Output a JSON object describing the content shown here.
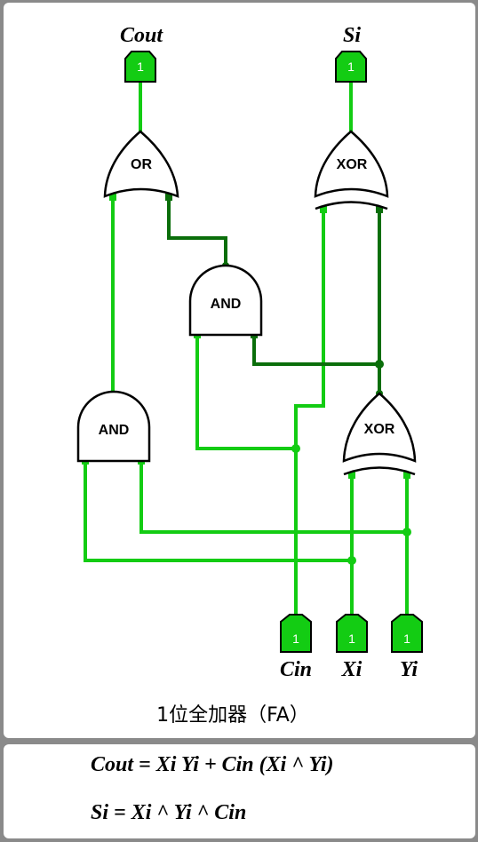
{
  "outputs": {
    "cout": "Cout",
    "si": "Si"
  },
  "inputs": {
    "cin": "Cin",
    "xi": "Xi",
    "yi": "Yi"
  },
  "pin_value": "1",
  "gates": {
    "or": "OR",
    "xor": "XOR",
    "and": "AND"
  },
  "caption": "1位全加器（FA）",
  "formulas": {
    "cout": "Cout = Xi Yi + Cin (Xi ^ Yi)",
    "si": "Si = Xi ^ Yi ^ Cin"
  },
  "colors": {
    "wire_bright": "#13cc13",
    "wire_dark": "#0a6e0a",
    "pin_fill": "#13cc13"
  }
}
